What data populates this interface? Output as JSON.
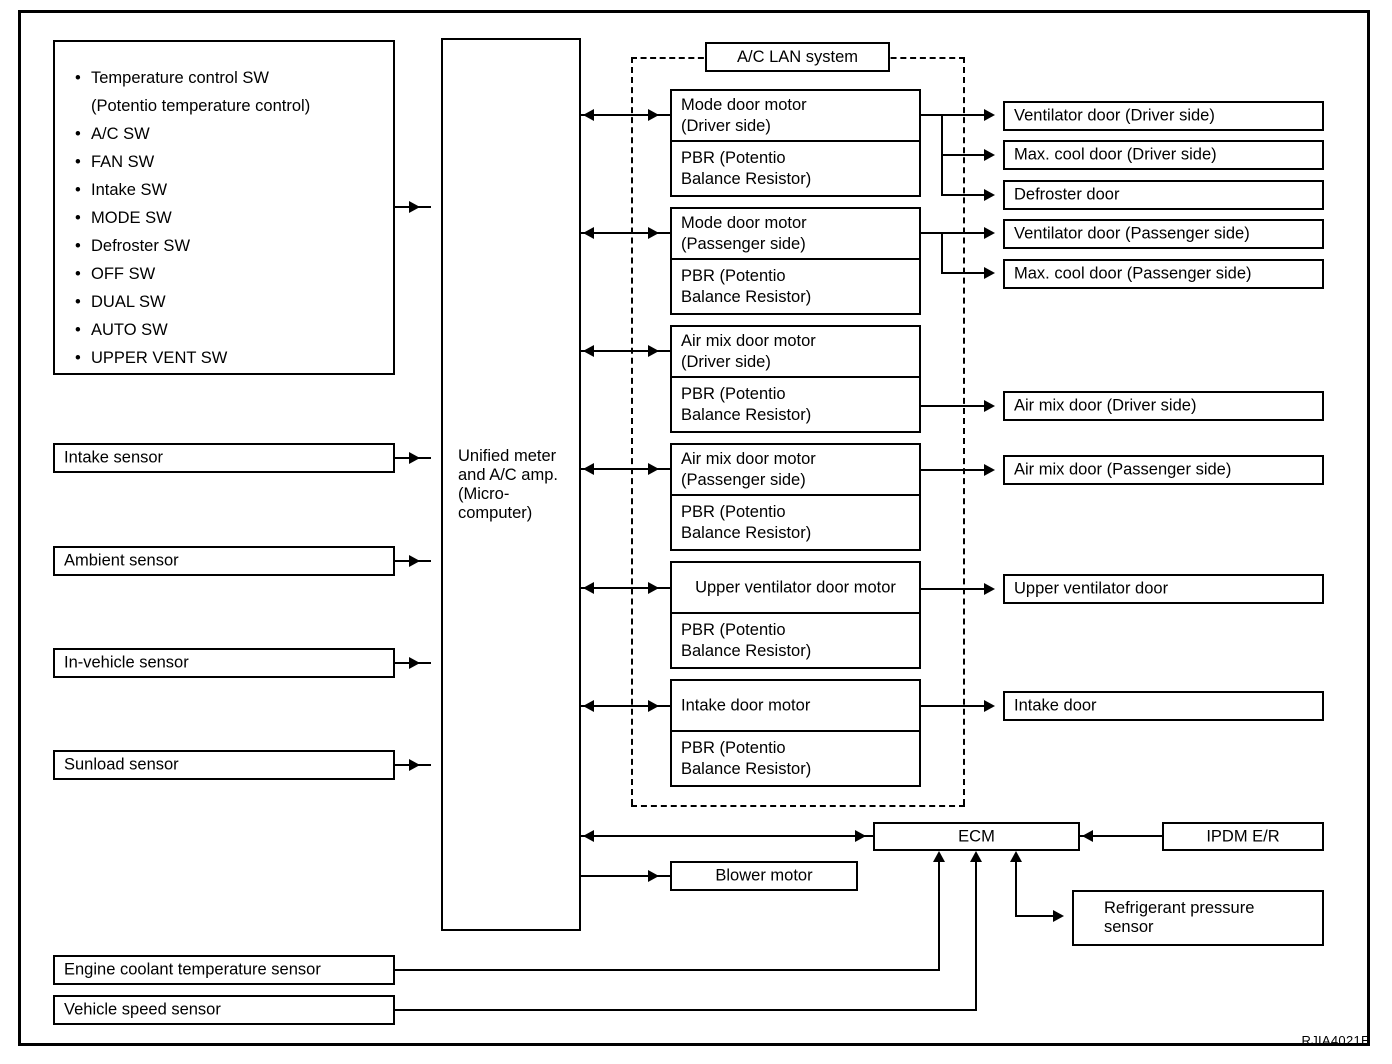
{
  "figure": {
    "code": "RJIA4021E",
    "lan_label": "A/C LAN system",
    "amp_label": "Unified meter\nand A/C amp.\n(Micro-\ncomputer)"
  },
  "switch_panel": {
    "items": [
      "Temperature control SW",
      "A/C SW",
      "FAN SW",
      "Intake SW",
      "MODE SW",
      "Defroster SW",
      "OFF SW",
      "DUAL SW",
      "AUTO SW",
      "UPPER VENT SW"
    ],
    "continuation": "(Potentio temperature control)"
  },
  "sensors": [
    {
      "label": "Intake sensor"
    },
    {
      "label": "Ambient sensor"
    },
    {
      "label": "In-vehicle sensor"
    },
    {
      "label": "Sunload sensor"
    }
  ],
  "bottom_sensors": [
    {
      "label": "Engine coolant temperature sensor"
    },
    {
      "label": "Vehicle speed sensor"
    }
  ],
  "lan_units": [
    {
      "motor": "Mode door motor\n(Driver side)",
      "pbr": "PBR (Potentio\nBalance Resistor)"
    },
    {
      "motor": "Mode door motor\n(Passenger side)",
      "pbr": "PBR (Potentio\nBalance Resistor)"
    },
    {
      "motor": "Air mix door motor\n(Driver side)",
      "pbr": "PBR (Potentio\nBalance Resistor)"
    },
    {
      "motor": "Air mix door motor\n(Passenger side)",
      "pbr": "PBR (Potentio\nBalance Resistor)"
    },
    {
      "motor": "Upper ventilator door motor",
      "pbr": "PBR (Potentio\nBalance Resistor)"
    },
    {
      "motor": "Intake door motor",
      "pbr": "PBR (Potentio\nBalance Resistor)"
    }
  ],
  "outputs": [
    {
      "label": "Ventilator door (Driver side)"
    },
    {
      "label": "Max. cool door (Driver side)"
    },
    {
      "label": "Defroster door"
    },
    {
      "label": "Ventilator door (Passenger side)"
    },
    {
      "label": "Max. cool door (Passenger side)"
    },
    {
      "label": "Air mix door (Driver side)"
    },
    {
      "label": "Air mix door (Passenger side)"
    },
    {
      "label": "Upper ventilator door"
    },
    {
      "label": "Intake door"
    }
  ],
  "ecu": {
    "ecm": "ECM",
    "ipdm": "IPDM E/R",
    "blower": "Blower motor",
    "refrigerant": "Refrigerant pressure\nsensor"
  }
}
